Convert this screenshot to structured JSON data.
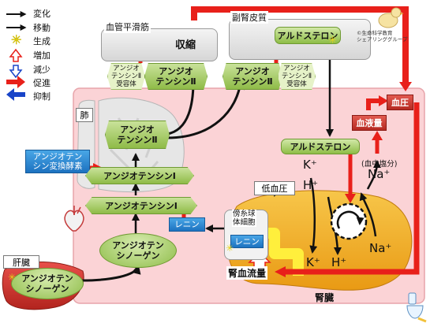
{
  "legend": {
    "items": [
      {
        "label": "変化"
      },
      {
        "label": "移動"
      },
      {
        "label": "生成"
      },
      {
        "label": "増加"
      },
      {
        "label": "減少"
      },
      {
        "label": "促進"
      },
      {
        "label": "抑制"
      }
    ]
  },
  "top": {
    "vascular_title": "血管平滑筋",
    "contraction": "収縮",
    "adrenal_title": "副腎皮質",
    "aldosterone_top": "アルドステロン",
    "credit": "©生命科学教育\nシェアリンググループ",
    "receptor_left": "アンジオ\nテンシンⅡ\n受容体",
    "angiotensin2_left": "アンジオ\nテンシンⅡ",
    "angiotensin2_right": "アンジオ\nテンシンⅡ",
    "receptor_right": "アンジオ\nテンシンⅡ\n受容体"
  },
  "lung": {
    "label": "肺",
    "angiotensin2": "アンジオ\nテンシンⅡ",
    "ace": "アンジオテン\nシン変換酵素",
    "angiotensin1_a": "アンジオテンシンⅠ",
    "angiotensin1_b": "アンジオテンシンⅠ"
  },
  "blood": {
    "renin": "レニン",
    "angiotensinogen": "アンジオテン\nシノーゲン",
    "blood_pressure": "血圧",
    "blood_volume": "血液量",
    "aldosterone": "アルドステロン",
    "k_plus": "K⁺",
    "h_plus": "H⁺",
    "na_note": "(血中塩分)",
    "na_plus": "Na⁺",
    "low_bp": "低血圧"
  },
  "kidney": {
    "label": "腎臓",
    "jga_cell": "傍糸球\n体細胞",
    "renin": "レニン",
    "renal_flow": "腎血流量",
    "k_out": "K⁺",
    "h_out": "H⁺",
    "na_in": "Na⁺"
  },
  "liver": {
    "label": "肝臓",
    "angiotensinogen": "アンジオテン\nシノーゲン"
  },
  "colors": {
    "promote_red": "#e8201a",
    "suppress_blue": "#1844c8",
    "bg_pink": "#fbd3d6",
    "kidney_orange": "#f2a81b"
  }
}
